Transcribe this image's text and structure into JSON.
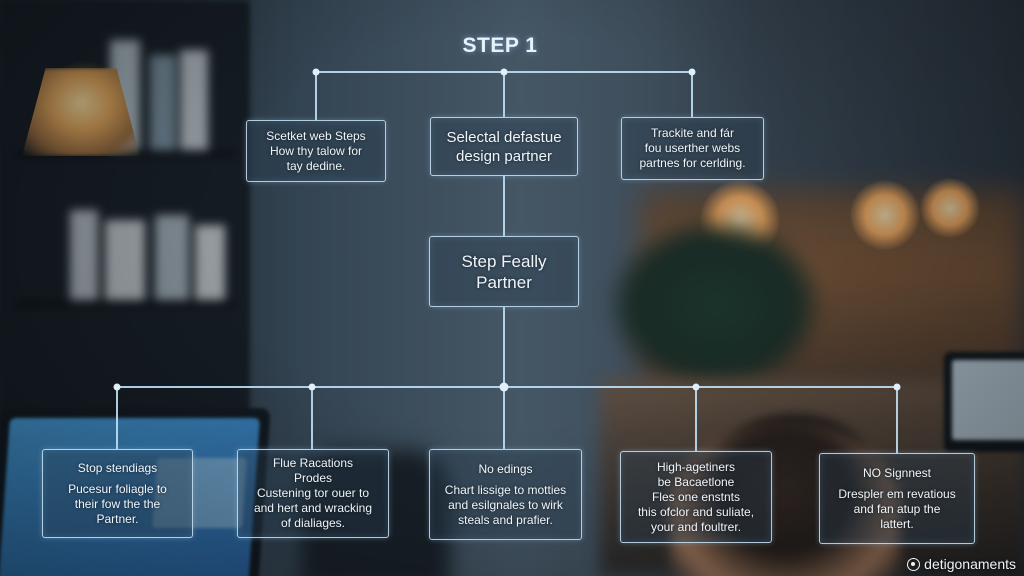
{
  "title": "STEP 1",
  "top_boxes": [
    {
      "lines": [
        "Scetket web Steps",
        "How thy talow for",
        "tay dedine."
      ]
    },
    {
      "lines": [
        "Selectal defastue",
        "design partner"
      ]
    },
    {
      "lines": [
        "Trackite and fár",
        "fou userther webs",
        "partnes for cerlding."
      ]
    }
  ],
  "center_box": {
    "lines": [
      "Step Feally",
      "Partner"
    ]
  },
  "bottom_boxes": [
    {
      "heading": [
        "Stop stendiags"
      ],
      "body": [
        "Pucesur foliagle to",
        "their fow the the",
        "Partner."
      ]
    },
    {
      "heading": [
        "Flue Racations",
        "Prodes"
      ],
      "body": [
        "Custening tor ouer to",
        "and hert and wracking",
        "of dialiages."
      ]
    },
    {
      "heading": [
        "No edings"
      ],
      "body": [
        "Chart lissige to motties",
        "and esilgnales to wirk",
        "steals and prafier."
      ]
    },
    {
      "heading": [
        "High-agetiners",
        "be Bacaetlone",
        "Fles one enstnts"
      ],
      "body": [
        "this ofclor and suliate,",
        "your and foultrer."
      ]
    },
    {
      "heading": [
        "NO Signnest"
      ],
      "body": [
        "Drespler em revatious",
        "and fan atup the",
        "lattert."
      ]
    }
  ],
  "watermark": "detigonaments",
  "colors": {
    "line": "#bfe0f6",
    "box_border": "#cde6f8",
    "text": "#eef5fb"
  }
}
